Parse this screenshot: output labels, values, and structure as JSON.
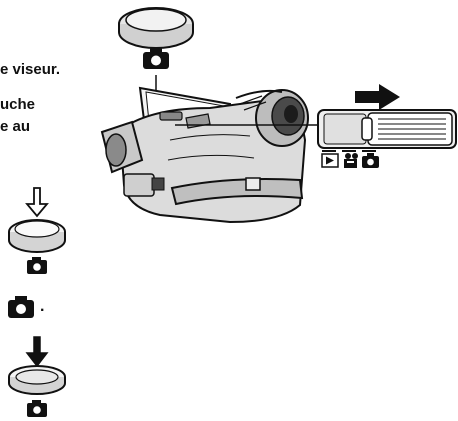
{
  "instructions": {
    "line1": "e viseur.",
    "line2": "uche",
    "line3": "e au",
    "line4": "."
  },
  "mode_labels": {
    "playback": "playback-icon",
    "motion_picture": "movie-camera-icon",
    "still_picture": "camera-icon"
  },
  "icons": [
    "camera-icon",
    "shutter-button-icon",
    "arrow-right-icon",
    "arrow-down-icon",
    "camcorder-icon",
    "mode-switch-icon"
  ],
  "colors": {
    "ink": "#111111",
    "paper": "#ffffff",
    "shade": "#d9d9d9",
    "body": "#cfcfcf"
  }
}
